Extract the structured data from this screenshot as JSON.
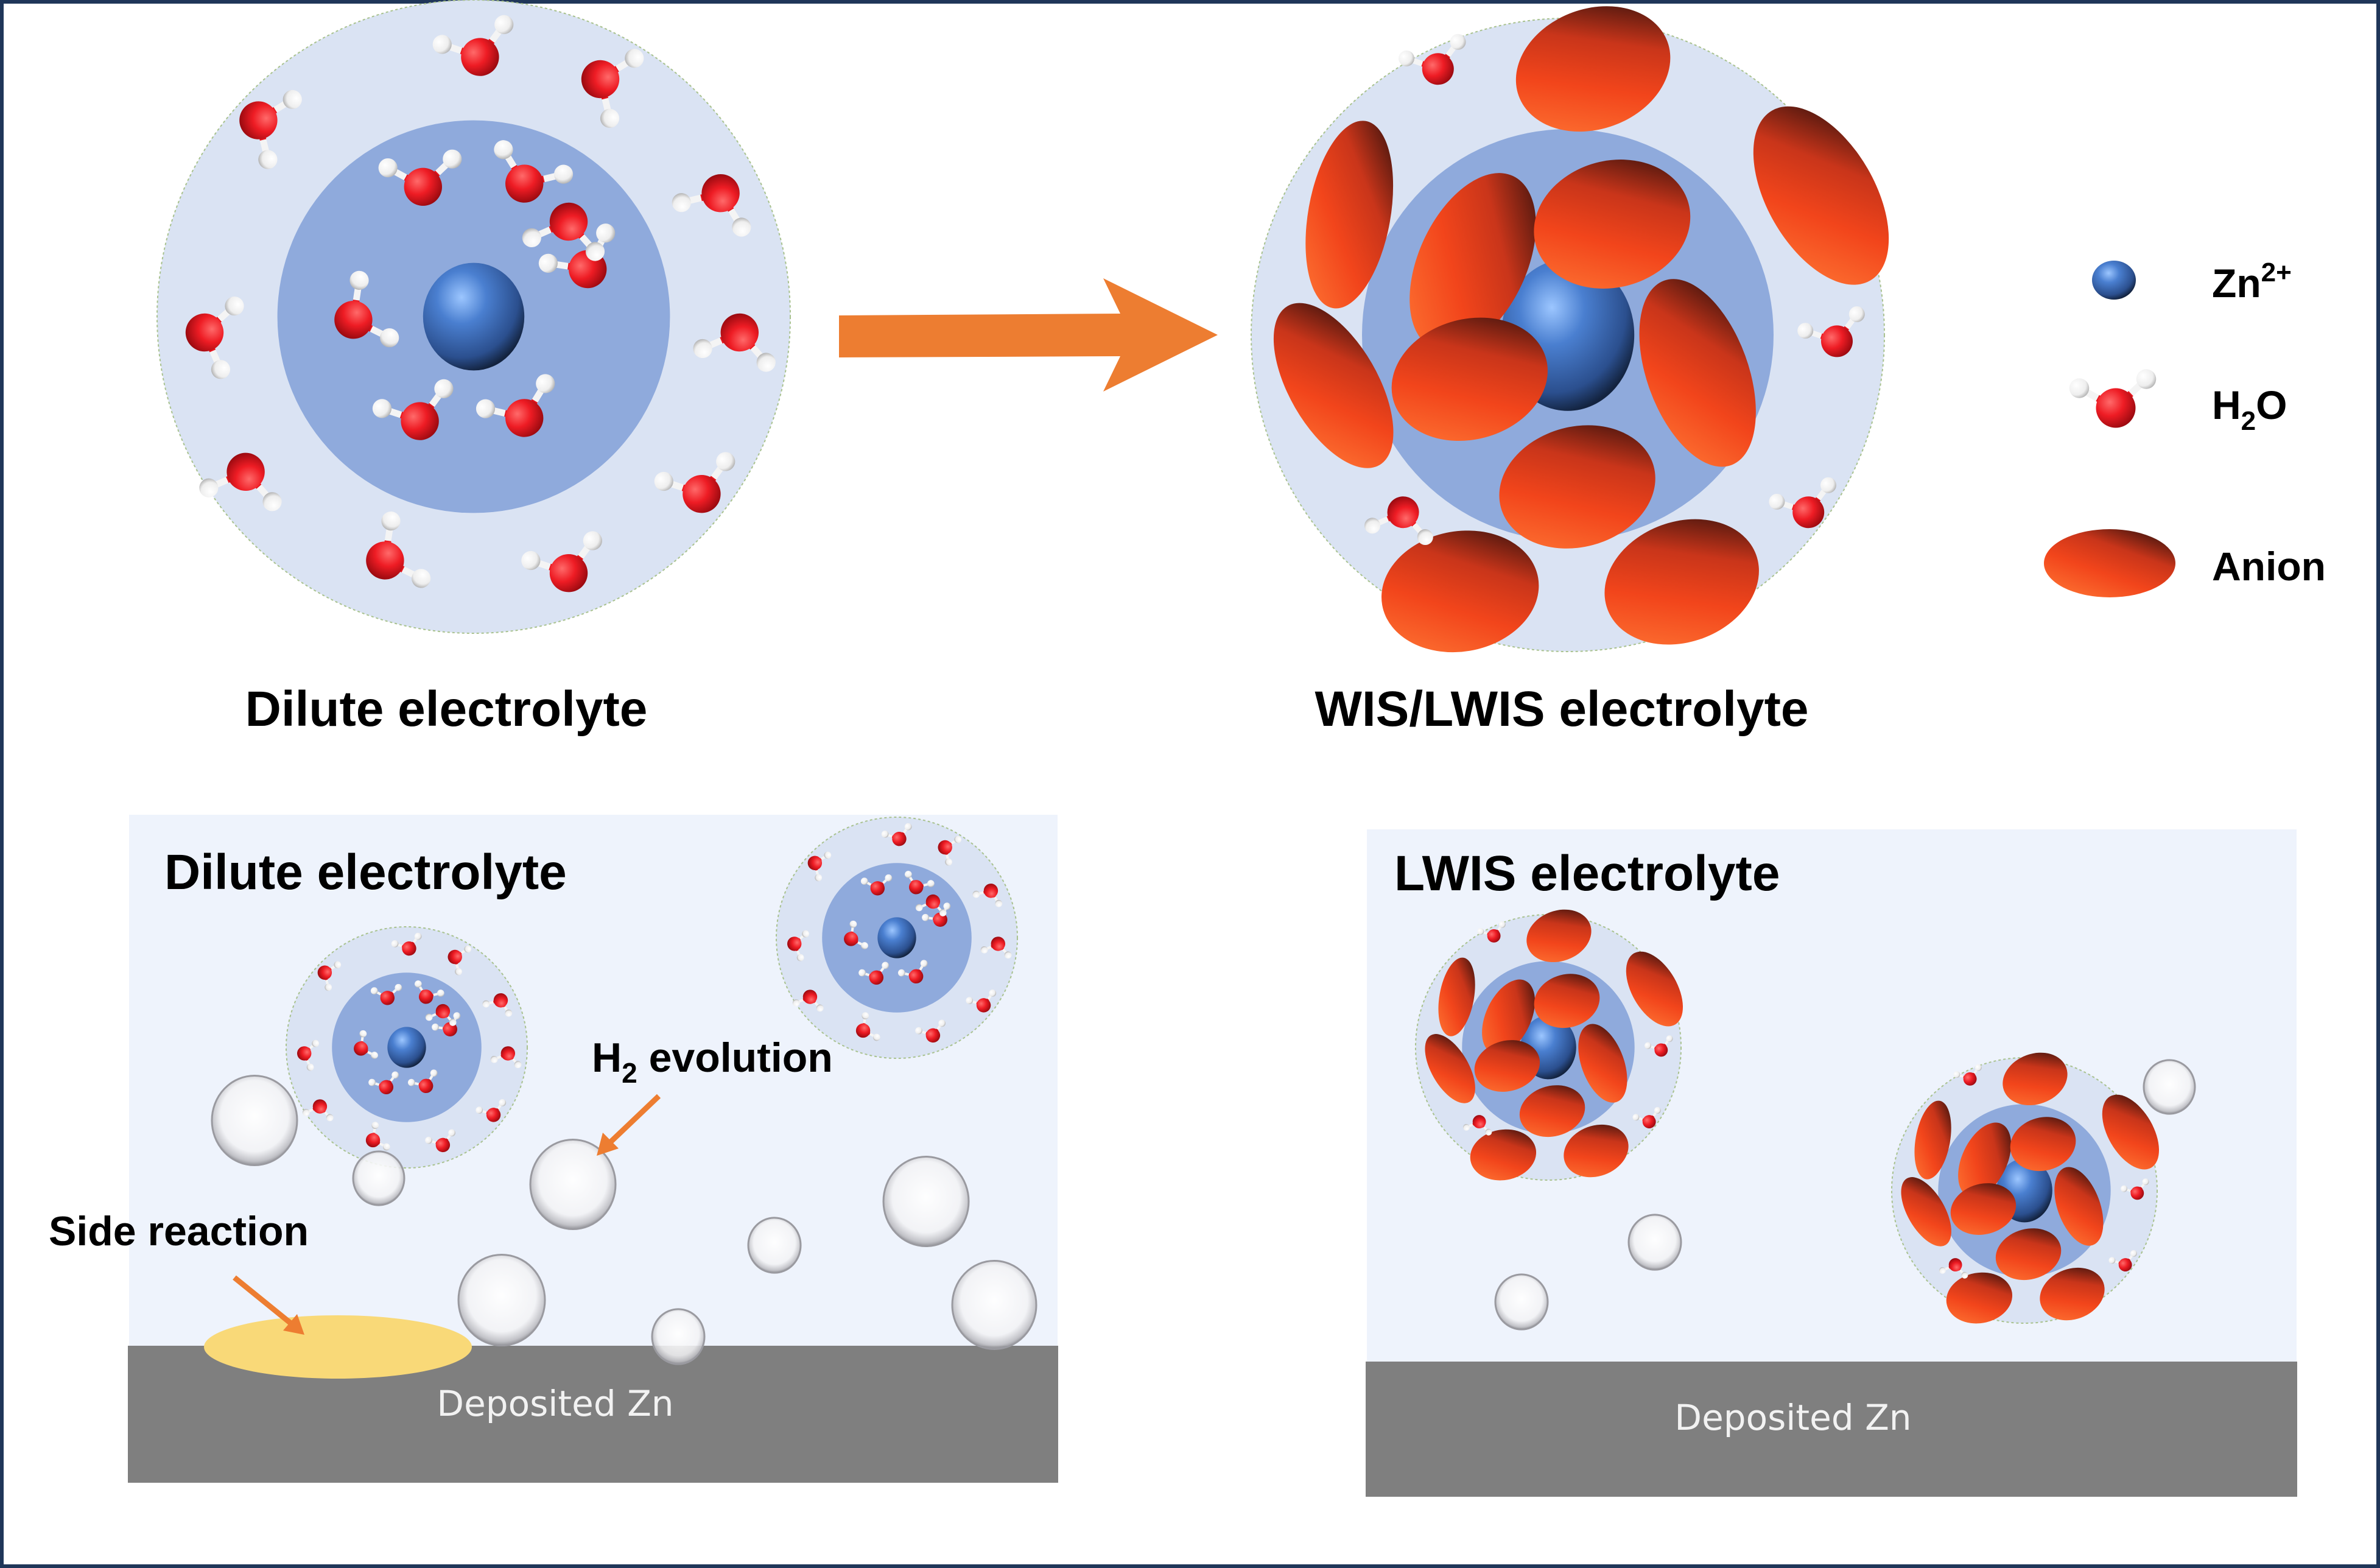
{
  "colors": {
    "frame": "#1f3659",
    "outer_shell": "#dae3f3",
    "inner_shell": "#8faadc",
    "panel_bg": "#eef3fc",
    "zinc_surface": "#7f7f7f",
    "side_product": "#f9d978",
    "arrow": "#ed7d31",
    "zn_ion": "#3f6fbf",
    "oxygen": "#e8141c",
    "hydrogen": "#f4f4f4",
    "anion": "#f0481a"
  },
  "top": {
    "dilute_label": "Dilute electrolyte",
    "concentrated_label": "WIS/LWIS electrolyte",
    "transition_arrow": "transition-arrow"
  },
  "legend": {
    "items": [
      {
        "icon": "zn-ion-icon",
        "label": "Zn",
        "sup": "2+",
        "sub": ""
      },
      {
        "icon": "water-molecule-icon",
        "label": "H",
        "sub": "2",
        "label_after": "O",
        "sup": ""
      },
      {
        "icon": "anion-icon",
        "label": "Anion",
        "sub": "",
        "sup": ""
      }
    ]
  },
  "bottom_left": {
    "title": "Dilute electrolyte",
    "h2_label_prefix": "H",
    "h2_label_sub": "2",
    "h2_label_suffix": " evolution",
    "side_reaction_label": "Side reaction",
    "substrate_label": "Deposited Zn"
  },
  "bottom_right": {
    "title": "LWIS electrolyte",
    "substrate_label": "Deposited Zn"
  }
}
